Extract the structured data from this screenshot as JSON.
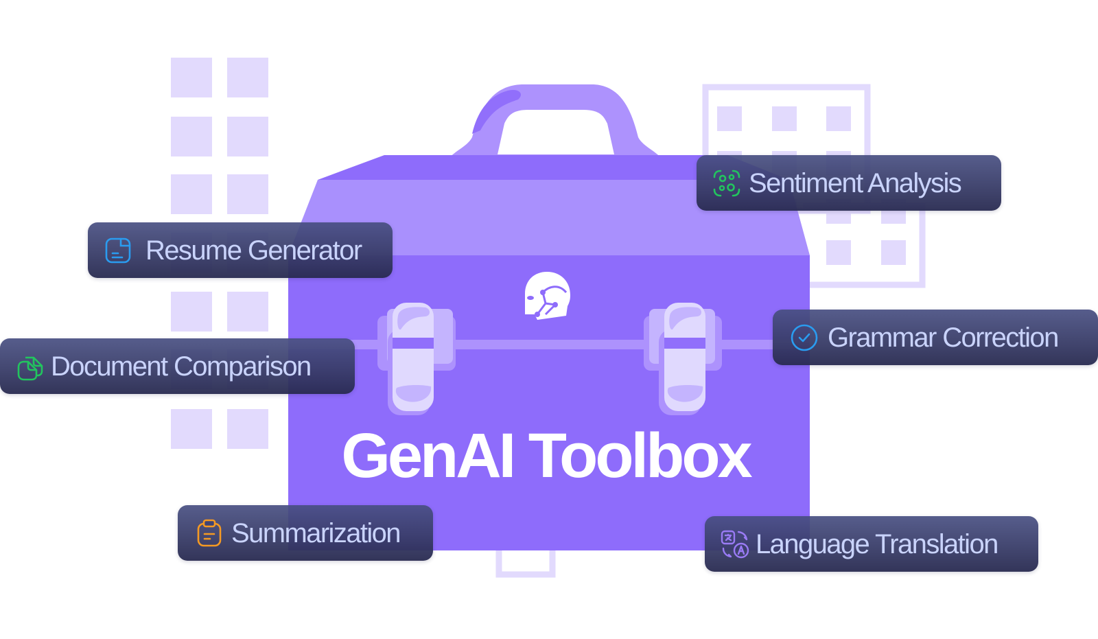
{
  "title": "GenAI Toolbox",
  "colors": {
    "toolbox_body": "#8e6cfb",
    "toolbox_lid": "#a990fd",
    "toolbox_handle": "#ad92fd",
    "latch_light": "#e0d9fe",
    "latch_mid": "#c4b4fe",
    "background_squares": "#e2dafd",
    "chip_bg": "#3e4374",
    "chip_text": "#c9d3fb"
  },
  "features": [
    {
      "id": "resume-generator",
      "label": "Resume Generator",
      "icon": "document-icon",
      "icon_color": "#2a9cf0"
    },
    {
      "id": "document-comparison",
      "label": "Document Comparison",
      "icon": "documents-compare-icon",
      "icon_color": "#22c55e"
    },
    {
      "id": "summarization",
      "label": "Summarization",
      "icon": "clipboard-icon",
      "icon_color": "#f59a23"
    },
    {
      "id": "sentiment-analysis",
      "label": "Sentiment Analysis",
      "icon": "face-scan-icon",
      "icon_color": "#22c55e"
    },
    {
      "id": "grammar-correction",
      "label": "Grammar Correction",
      "icon": "check-circle-icon",
      "icon_color": "#2a9cf0"
    },
    {
      "id": "language-translation",
      "label": "Language Translation",
      "icon": "translate-icon",
      "icon_color": "#9a7bf5"
    }
  ]
}
